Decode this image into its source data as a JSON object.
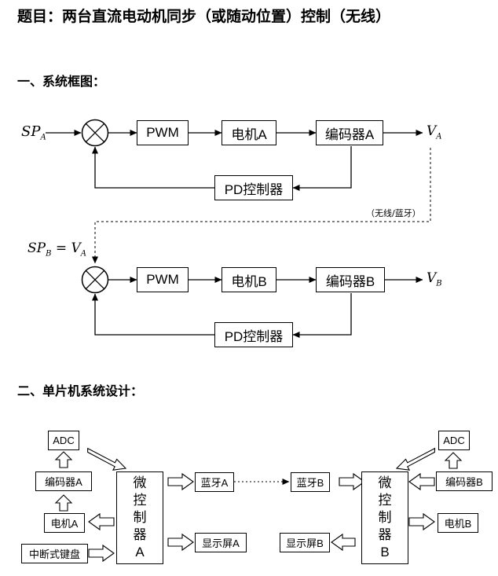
{
  "title": "题目：两台直流电动机同步（或随动位置）控制（无线）",
  "section1": "一、系统框图：",
  "section2": "二、单片机系统设计：",
  "loop_a": {
    "input": {
      "base": "SP",
      "sub": "A"
    },
    "output": {
      "base": "V",
      "sub": "A"
    },
    "pwm": "PWM",
    "motor": "电机A",
    "encoder": "编码器A",
    "pd": "PD控制器"
  },
  "wireless_label": "（无线/蓝牙）",
  "loop_b": {
    "input_lhs": {
      "base": "SP",
      "sub": "B"
    },
    "input_eq": "=",
    "input_rhs": {
      "base": "V",
      "sub": "A"
    },
    "output": {
      "base": "V",
      "sub": "B"
    },
    "pwm": "PWM",
    "motor": "电机B",
    "encoder": "编码器B",
    "pd": "PD控制器"
  },
  "mcu_system": {
    "left": {
      "adc": "ADC",
      "encoder": "编码器A",
      "motor": "电机A",
      "keypad": "中断式键盘",
      "mcu": [
        "微",
        "控",
        "制",
        "器",
        "A"
      ],
      "bluetooth": "蓝牙A",
      "display": "显示屏A"
    },
    "right": {
      "adc": "ADC",
      "encoder": "编码器B",
      "motor": "电机B",
      "mcu": [
        "微",
        "控",
        "制",
        "器",
        "B"
      ],
      "bluetooth": "蓝牙B",
      "display": "显示屏B"
    }
  }
}
